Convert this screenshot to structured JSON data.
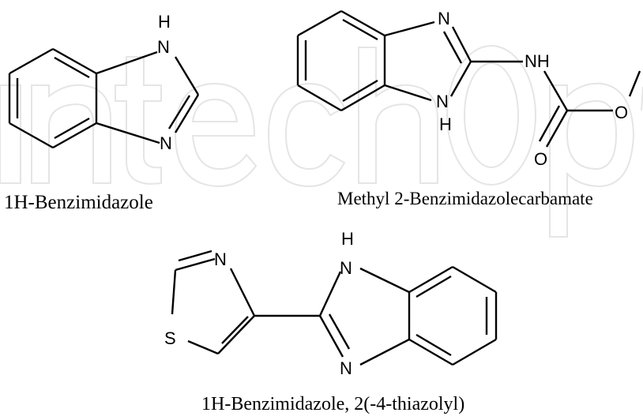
{
  "watermark": {
    "word": "IntechOpen",
    "color": "#e5e5e5"
  },
  "structures": [
    {
      "caption": "1H-Benzimidazole",
      "atoms": [
        "H",
        "N",
        "N"
      ]
    },
    {
      "caption": "Methyl 2-Benzimidazolecarbamate",
      "atoms": [
        "N",
        "N",
        "H",
        "NH",
        "O",
        "O"
      ]
    },
    {
      "caption": "1H-Benzimidazole, 2(-4-thiazolyl)",
      "atoms": [
        "N",
        "S",
        "H",
        "N",
        "N"
      ]
    }
  ]
}
